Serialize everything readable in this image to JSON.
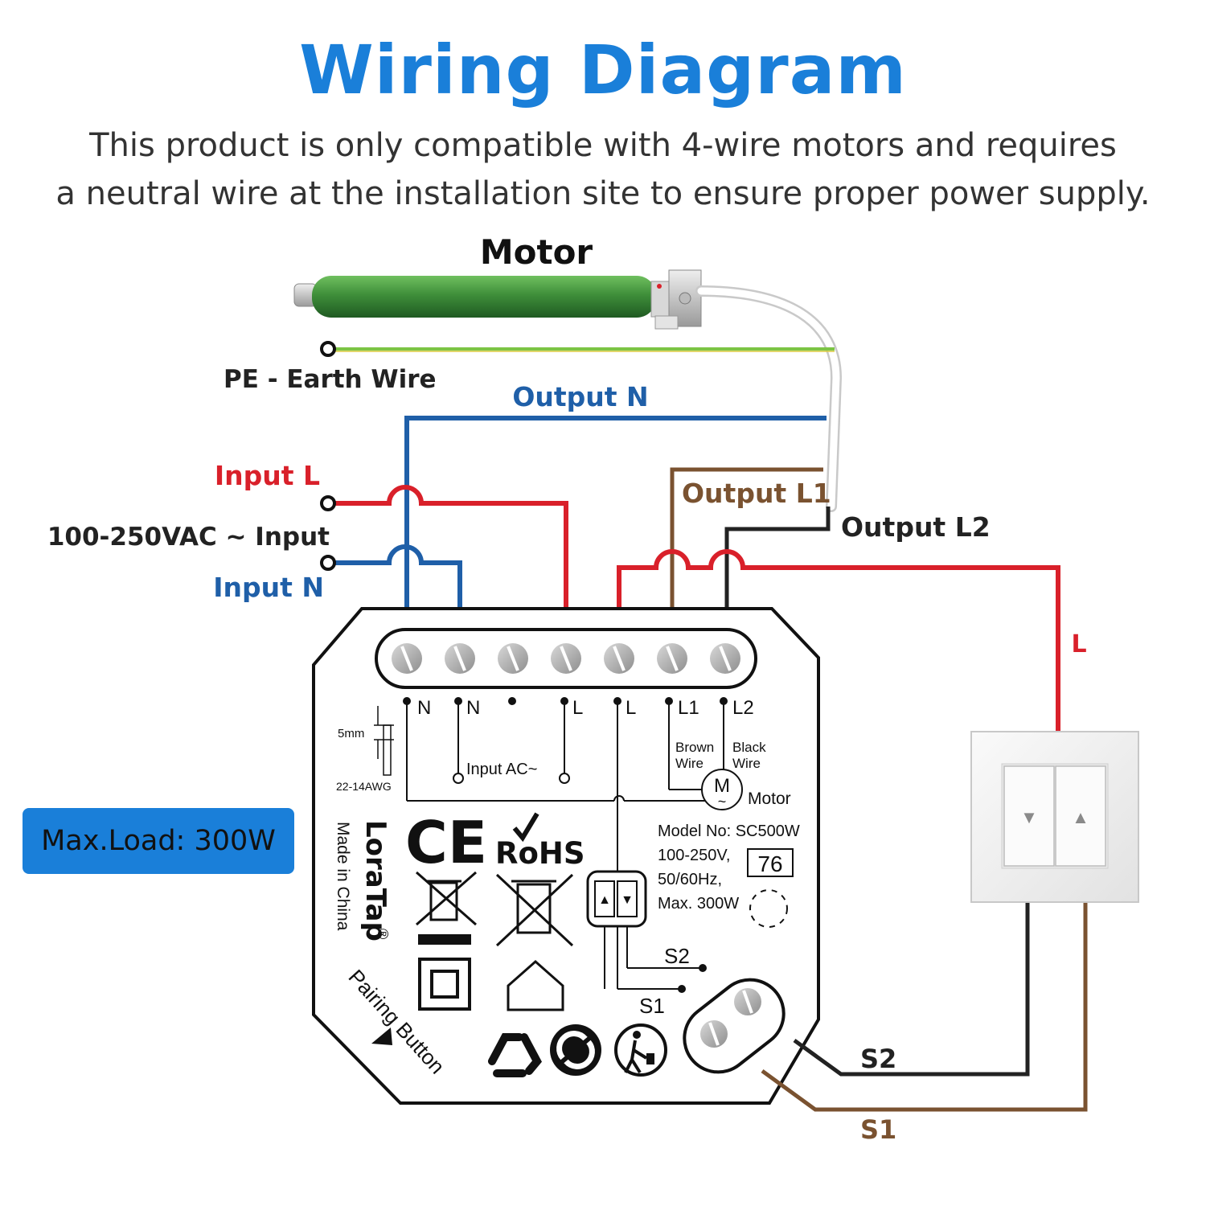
{
  "header": {
    "title": "Wiring Diagram",
    "subtitle_line1": "This product is only compatible with 4-wire motors and requires",
    "subtitle_line2": "a neutral wire at the installation site to ensure proper power supply."
  },
  "labels": {
    "motor": "Motor",
    "pe_earth": "PE - Earth Wire",
    "output_n": "Output N",
    "input_l": "Input L",
    "input_voltage": "100-250VAC ~ Input",
    "input_n": "Input N",
    "output_l1": "Output L1",
    "output_l2": "Output L2",
    "l_side": "L",
    "s2": "S2",
    "s1": "S1"
  },
  "device": {
    "terminals": [
      "N",
      "N",
      "",
      "L",
      "L",
      "L1",
      "L2"
    ],
    "strip_length": "5mm",
    "wire_gauge": "22-14AWG",
    "input_ac": "Input  AC~",
    "brown_wire": [
      "Brown",
      "Wire"
    ],
    "black_wire": [
      "Black",
      "Wire"
    ],
    "motor_symbol": "M",
    "motor_tilde": "~",
    "motor_text": "Motor",
    "model": "Model No: SC500W",
    "spec_voltage": "100-250V,",
    "spec_freq": "50/60Hz,",
    "spec_max": "Max. 300W",
    "temp_rating": "76",
    "brand": "LoraTap",
    "registered": "®",
    "made_in": "Made in China",
    "ce": "CE",
    "rohs": "RoHS",
    "s2": "S2",
    "s1": "S1",
    "pairing": "Pairing Button",
    "down_arrow": "▼",
    "up_arrow": "▲"
  },
  "max_load": "Max.Load: 300W",
  "switch": {
    "down": "▼",
    "up": "▲"
  },
  "colors": {
    "title_blue": "#1a7fd9",
    "wire_red": "#d9202a",
    "wire_blue": "#1f5fa8",
    "wire_brown": "#7a5230",
    "wire_black": "#222222",
    "earth_green": "#7cc444",
    "motor_green": "#3f8f3a"
  }
}
